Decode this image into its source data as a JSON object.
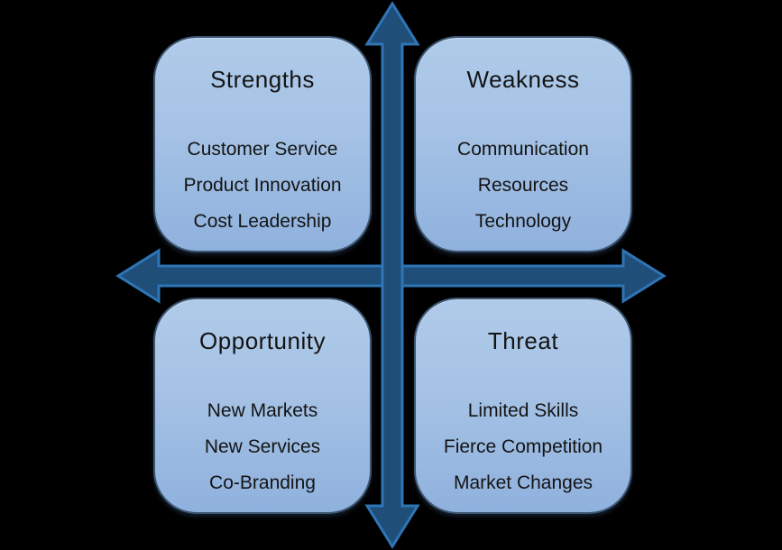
{
  "diagram_type": "swot-quadrant-chart",
  "quadrants": [
    {
      "title": "Strengths",
      "items": [
        "Customer Service",
        "Product Innovation",
        "Cost Leadership"
      ]
    },
    {
      "title": "Weakness",
      "items": [
        "Communication",
        "Resources",
        "Technology"
      ]
    },
    {
      "title": "Opportunity",
      "items": [
        "New Markets",
        "New Services",
        "Co-Branding"
      ]
    },
    {
      "title": "Threat",
      "items": [
        "Limited Skills",
        "Fierce Competition",
        "Market Changes"
      ]
    }
  ],
  "axes": {
    "vertical_arrow": "double-headed",
    "horizontal_arrow": "double-headed"
  },
  "colors": {
    "background": "#000000",
    "box_fill_top": "#b0cbe9",
    "box_fill_bottom": "#8fb1dd",
    "box_border": "#3d5671",
    "arrow_fill": "#1f4e79",
    "arrow_outline": "#2e75b6",
    "text": "#141414"
  }
}
